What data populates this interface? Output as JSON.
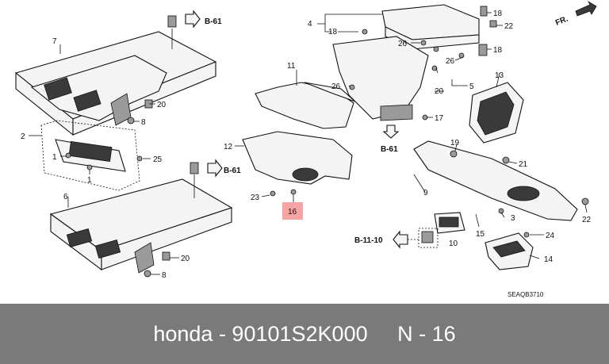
{
  "caption": {
    "brand": "honda",
    "part_number": "90101S2K000",
    "callout": "N - 16",
    "full_text": "honda - 90101S2K000     N - 16"
  },
  "diagram_code": "SEAQB3710",
  "direction": "FR.",
  "references": {
    "b61_top": "B-61",
    "b61_mid_left": "B-61",
    "b61_center": "B-61",
    "b1110": "B-11-10"
  },
  "part_numbers": {
    "p7": "7",
    "p20a": "20",
    "p8a": "8",
    "p2": "2",
    "p1a": "1",
    "p1b": "1",
    "p25": "25",
    "p6": "6",
    "p20b": "20",
    "p8b": "8",
    "p11": "11",
    "p12": "12",
    "p23": "23",
    "p16": "16",
    "p4": "4",
    "p18a": "18",
    "p26a": "26",
    "p26b": "26",
    "p18b": "18",
    "p22a": "22",
    "p18c": "18",
    "p26c": "26",
    "p5": "5",
    "p20c": "20",
    "p17": "17",
    "p13": "13",
    "p19": "19",
    "p21": "21",
    "p9": "9",
    "p3": "3",
    "p15": "15",
    "p10": "10",
    "p24": "24",
    "p14": "14",
    "p22b": "22"
  },
  "highlight": {
    "part": "16",
    "color": "#f5a3a3"
  }
}
